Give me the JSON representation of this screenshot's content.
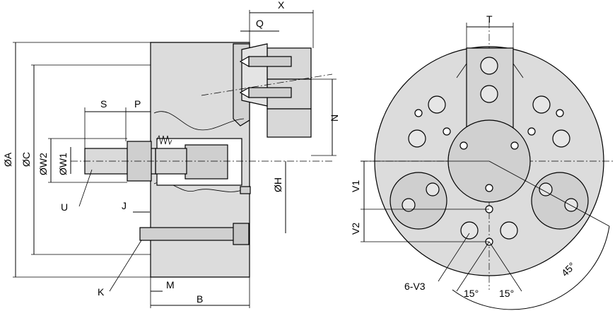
{
  "side_view": {
    "labels": {
      "X": "X",
      "Q": "Q",
      "N": "N",
      "S": "S",
      "P": "P",
      "dia_A": "ØA",
      "dia_C": "ØC",
      "dia_W2": "ØW2",
      "dia_W1": "ØW1",
      "U": "U",
      "J": "J",
      "K": "K",
      "M": "M",
      "B": "B",
      "dia_H": "ØH"
    }
  },
  "front_view": {
    "labels": {
      "T": "T",
      "V1": "V1",
      "V2": "V2",
      "holes": "6-V3",
      "angle_15_left": "15°",
      "angle_15_right": "15°",
      "angle_45": "45°"
    }
  },
  "colors": {
    "body_fill": "#dcdcdc",
    "line": "#000000",
    "background": "#ffffff"
  }
}
